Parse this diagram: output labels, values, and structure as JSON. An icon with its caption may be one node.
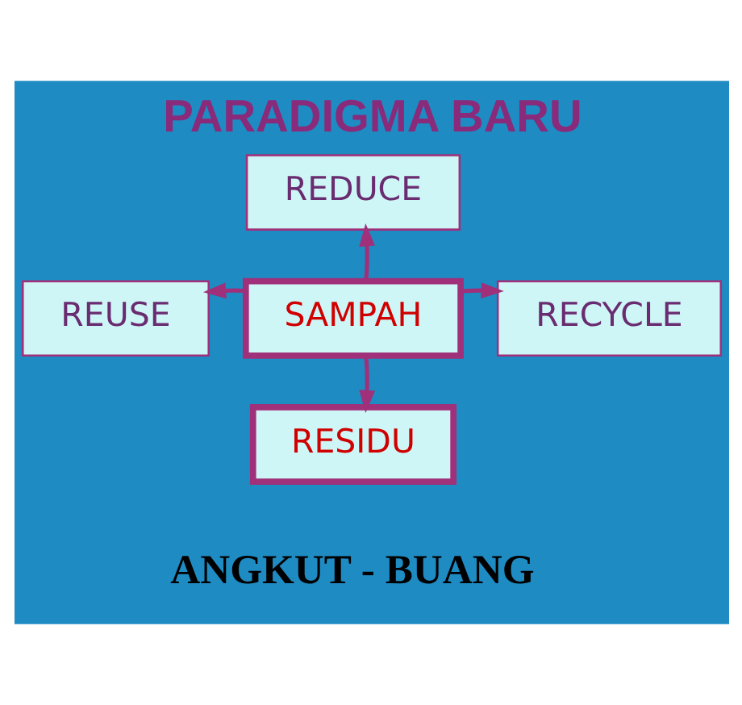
{
  "diagram": {
    "title": "PARADIGMA BARU",
    "nodes": [
      {
        "text": [
          "REDUCE"
        ]
      },
      {
        "text": [
          "REUSE"
        ]
      },
      {
        "text": [
          "SAMPAH"
        ]
      },
      {
        "text": [
          "RECYCLE"
        ]
      },
      {
        "text": [
          "RESIDU"
        ]
      }
    ],
    "edges": [
      {
        "from": 2,
        "to": 0,
        "arrow": "to"
      },
      {
        "from": 2,
        "to": 1,
        "arrow": "to"
      },
      {
        "from": 2,
        "to": 3,
        "arrow": "to"
      },
      {
        "from": 2,
        "to": 4,
        "arrow": "to"
      }
    ],
    "labels": [
      "ANGKUT - BUANG"
    ]
  }
}
